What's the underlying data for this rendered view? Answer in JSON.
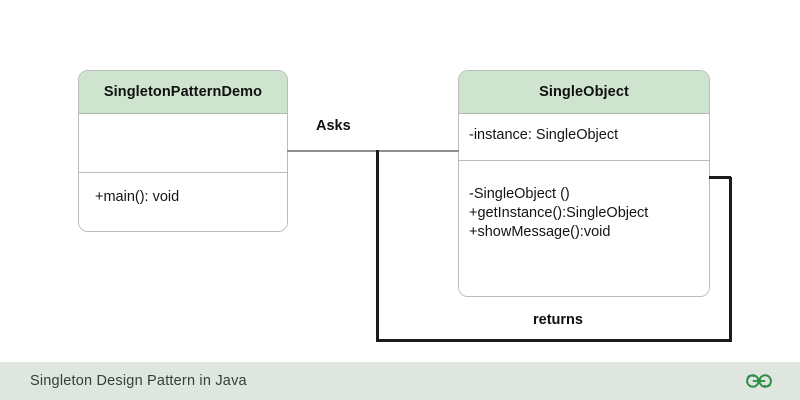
{
  "diagram": {
    "type": "uml-class-diagram",
    "background": "#ffffff",
    "header_fill": "#cfe4cf",
    "classes": [
      {
        "id": "demo",
        "name": "SingletonPatternDemo",
        "attributes": [],
        "operations": [
          "+main(): void"
        ]
      },
      {
        "id": "single",
        "name": "SingleObject",
        "attributes": [
          "-instance: SingleObject"
        ],
        "operations": [
          "-SingleObject ()",
          "+getInstance():SingleObject",
          "+showMessage():void"
        ]
      }
    ],
    "connectors": [
      {
        "id": "asks",
        "label": "Asks",
        "from": "demo",
        "to": "single",
        "color": "#8d8d8d"
      },
      {
        "id": "returns",
        "label": "returns",
        "from": "single",
        "to": "demo",
        "color": "#1b1b1b"
      }
    ]
  },
  "footer": {
    "title": "Singleton Design Pattern in Java",
    "logo_name": "geeksforgeeks-logo",
    "background": "#dfe6e0",
    "logo_color": "#2f8d46"
  }
}
